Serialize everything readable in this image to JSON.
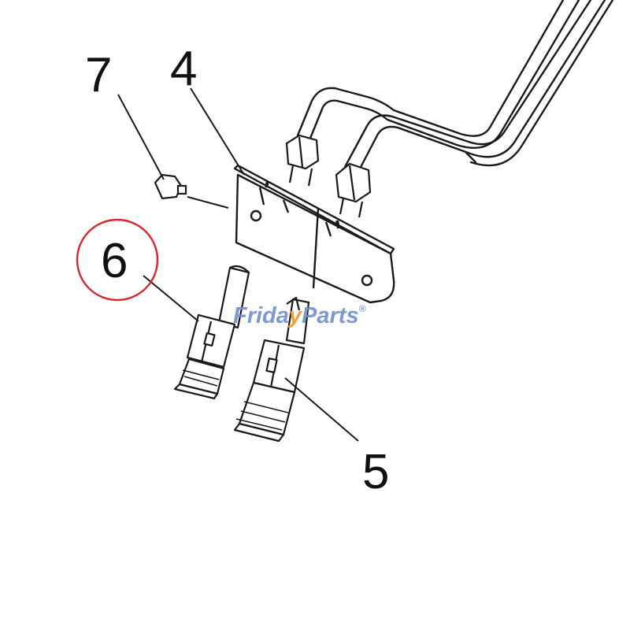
{
  "callouts": {
    "part_4": "4",
    "part_5": "5",
    "part_6": "6",
    "part_7": "7"
  },
  "highlight": {
    "target": "6",
    "color": "#d9262e"
  },
  "watermark": {
    "part1": "Frida",
    "part2": "y",
    "part3": "Parts",
    "mark": "®",
    "blue": "#6f8fc9",
    "orange": "#f29a1f"
  },
  "line_color": "#1a1a1a"
}
